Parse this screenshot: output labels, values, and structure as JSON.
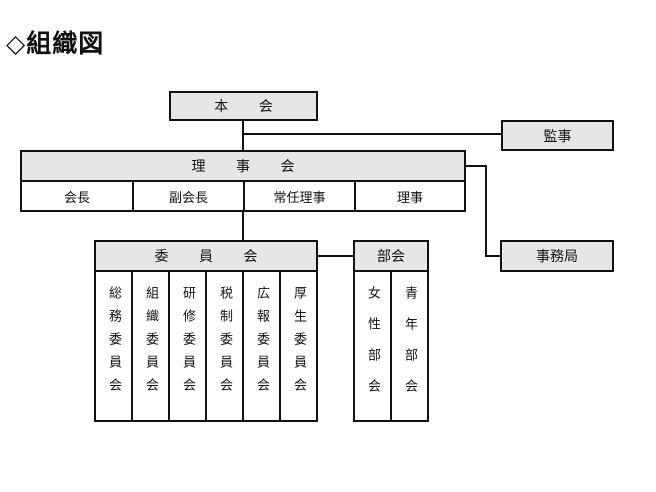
{
  "title": "◇組織図",
  "general_assembly": "本 会",
  "auditor": "監事",
  "board": {
    "label": "理 事 会",
    "members": [
      "会長",
      "副会長",
      "常任理事",
      "理事"
    ]
  },
  "secretariat": "事務局",
  "committee": {
    "label": "委 員 会",
    "members": [
      "総務委員会",
      "組織委員会",
      "研修委員会",
      "税制委員会",
      "広報委員会",
      "厚生委員会"
    ]
  },
  "divisions": {
    "label": "部会",
    "members": [
      "女性部会",
      "青年部会"
    ]
  }
}
